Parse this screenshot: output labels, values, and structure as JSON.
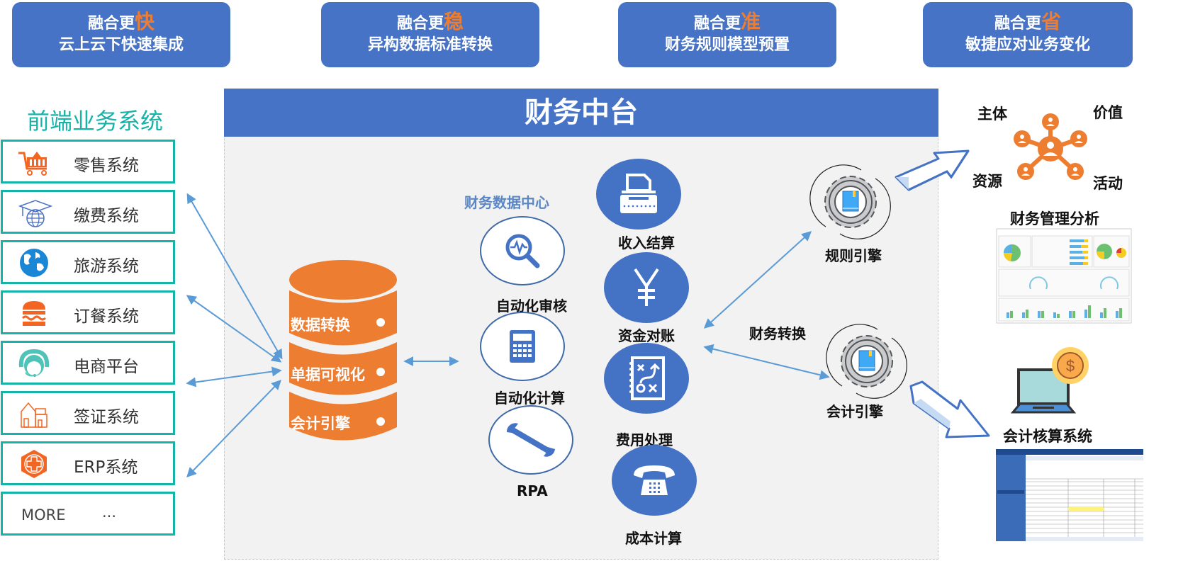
{
  "banners": [
    {
      "prefix": "融合更",
      "highlight": "快",
      "subtitle": "云上云下快速集成"
    },
    {
      "prefix": "融合更",
      "highlight": "稳",
      "subtitle": "异构数据标准转换"
    },
    {
      "prefix": "融合更",
      "highlight": "准",
      "subtitle": "财务规则模型预置"
    },
    {
      "prefix": "融合更",
      "highlight": "省",
      "subtitle": "敏捷应对业务变化"
    }
  ],
  "frontend": {
    "title": "前端业务系统",
    "systems": [
      {
        "label": "零售系统",
        "icon": "shopping-cart-icon"
      },
      {
        "label": "缴费系统",
        "icon": "graduation-globe-icon"
      },
      {
        "label": "旅游系统",
        "icon": "globe-icon"
      },
      {
        "label": "订餐系统",
        "icon": "burger-icon"
      },
      {
        "label": "电商平台",
        "icon": "headset-agent-icon"
      },
      {
        "label": "签证系统",
        "icon": "buildings-icon"
      },
      {
        "label": "ERP系统",
        "icon": "medical-cross-icon"
      }
    ],
    "more_label": "MORE",
    "more_dots": "..."
  },
  "platform": {
    "title": "财务中台",
    "database_layers": [
      "数据转换",
      "单据可视化",
      "会计引擎"
    ],
    "data_center_label": "财务数据中心",
    "left_nodes": [
      {
        "label": "自动化审核",
        "icon": "magnifier-pulse-icon"
      },
      {
        "label": "自动化计算",
        "icon": "calculator-icon"
      },
      {
        "label": "RPA",
        "icon": "wrench-icon"
      }
    ],
    "right_nodes": [
      {
        "label": "收入结算",
        "icon": "typewriter-icon"
      },
      {
        "label": "资金对账",
        "icon": "yen-icon"
      },
      {
        "label": "费用处理",
        "icon": "strategy-board-icon"
      },
      {
        "label": "成本计算",
        "icon": "telephone-icon"
      }
    ],
    "conversion_label": "财务转换",
    "engines": [
      {
        "label": "规则引擎",
        "icon": "gear-book-icon"
      },
      {
        "label": "会计引擎",
        "icon": "gear-book-icon"
      }
    ]
  },
  "outputs": {
    "network_labels": {
      "top_left": "主体",
      "top_right": "价值",
      "bottom_left": "资源",
      "bottom_right": "活动"
    },
    "analysis_title": "财务管理分析",
    "accounting_title": "会计核算系统"
  },
  "colors": {
    "banner_blue": "#4673c6",
    "highlight_orange": "#ed7d31",
    "teal": "#15b3a8",
    "node_blue": "#4472c4",
    "arrow_blue": "#5b9bd5"
  }
}
